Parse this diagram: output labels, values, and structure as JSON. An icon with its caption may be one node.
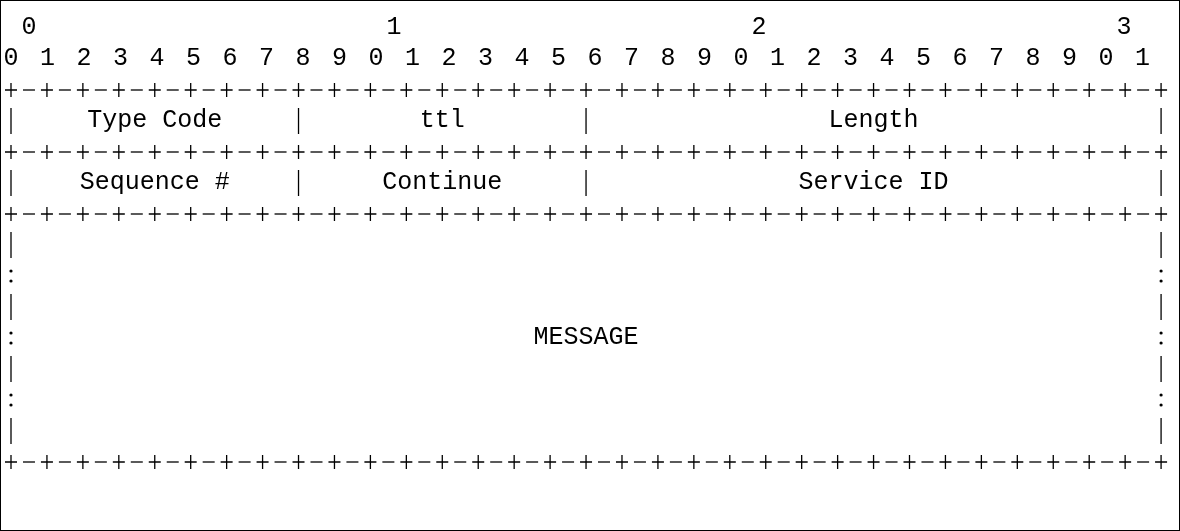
{
  "diagram": {
    "nodes": [
      {
        "text": [
          "Type Code"
        ]
      },
      {
        "text": [
          "ttl"
        ]
      },
      {
        "text": [
          "Length"
        ]
      },
      {
        "text": [
          "Sequence #"
        ]
      },
      {
        "text": [
          "Continue"
        ]
      },
      {
        "text": [
          "Service ID"
        ]
      },
      {
        "text": [
          "MESSAGE"
        ]
      }
    ],
    "labels": [
      "0",
      "1",
      "2",
      "3",
      "0",
      "1",
      "2",
      "3",
      "4",
      "5",
      "6",
      "7",
      "8",
      "9",
      "0",
      "1",
      "2",
      "3",
      "4",
      "5",
      "6",
      "7",
      "8",
      "9",
      "0",
      "1",
      "2",
      "3",
      "4",
      "5",
      "6",
      "7",
      "8",
      "9",
      "0",
      "1"
    ]
  }
}
